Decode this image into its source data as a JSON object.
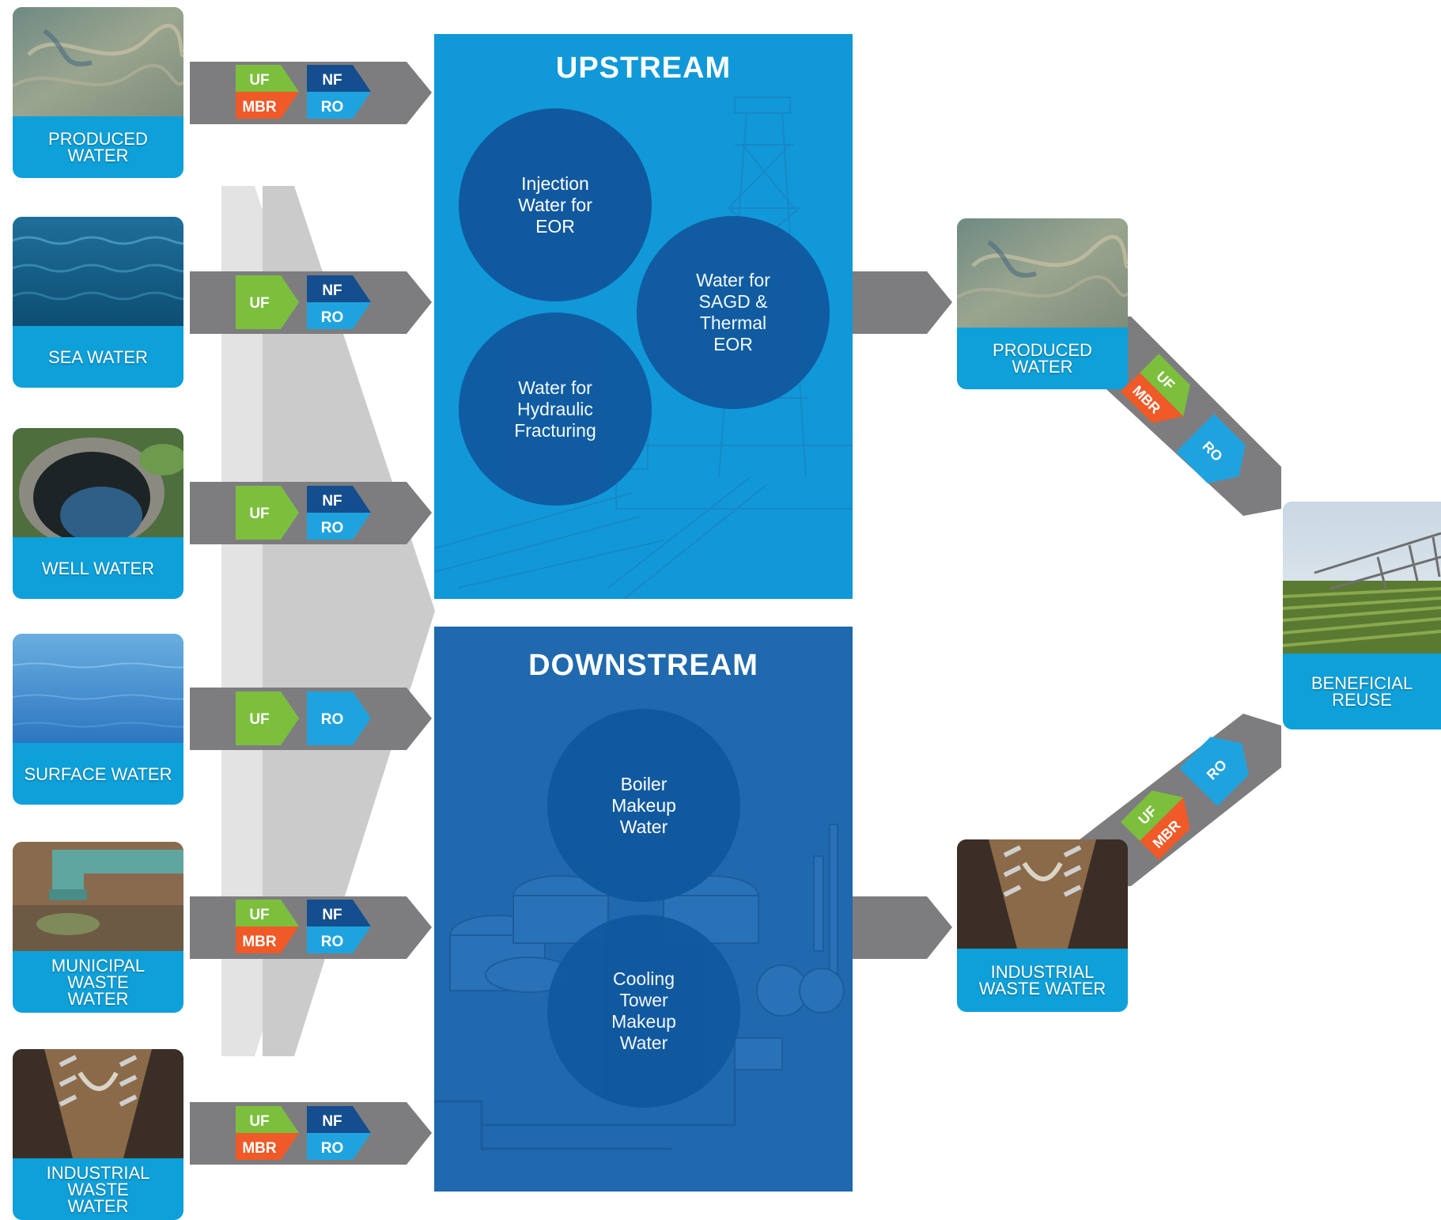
{
  "sources": [
    {
      "label": "PRODUCED\nWATER",
      "chips": [
        "UF",
        "MBR",
        "NF",
        "RO"
      ]
    },
    {
      "label": "SEA WATER",
      "chips": [
        "UF",
        "NF",
        "RO"
      ]
    },
    {
      "label": "WELL WATER",
      "chips": [
        "UF",
        "NF",
        "RO"
      ]
    },
    {
      "label": "SURFACE WATER",
      "chips": [
        "UF",
        "RO"
      ]
    },
    {
      "label": "MUNICIPAL\nWASTE\nWATER",
      "chips": [
        "UF",
        "MBR",
        "NF",
        "RO"
      ]
    },
    {
      "label": "INDUSTRIAL\nWASTE\nWATER",
      "chips": [
        "UF",
        "MBR",
        "NF",
        "RO"
      ]
    }
  ],
  "upstream": {
    "title": "UPSTREAM",
    "circles": [
      "Injection\nWater for\nEOR",
      "Water for\nSAGD &\nThermal\nEOR",
      "Water for\nHydraulic\nFracturing"
    ]
  },
  "downstream": {
    "title": "DOWNSTREAM",
    "circles": [
      "Boiler\nMakeup\nWater",
      "Cooling\nTower\nMakeup\nWater"
    ]
  },
  "outputs": {
    "produced": "PRODUCED\nWATER",
    "industrial": "INDUSTRIAL\nWASTE WATER",
    "reuse": "BENEFICIAL\nREUSE"
  },
  "upper_diag_chips": [
    "UF",
    "MBR",
    "RO"
  ],
  "lower_diag_chips": [
    "UF",
    "MBR",
    "RO"
  ],
  "colors": {
    "uf": "#7cbf3d",
    "mbr": "#ef5a28",
    "nf": "#144e8e",
    "ro": "#1fa3df",
    "arrow_gray": "#7d7d7f",
    "upstream_bg": "#1198d8",
    "downstream_bg": "#2069ae",
    "circle_up": "#11599f",
    "card_blue": "#0ea0d9"
  }
}
